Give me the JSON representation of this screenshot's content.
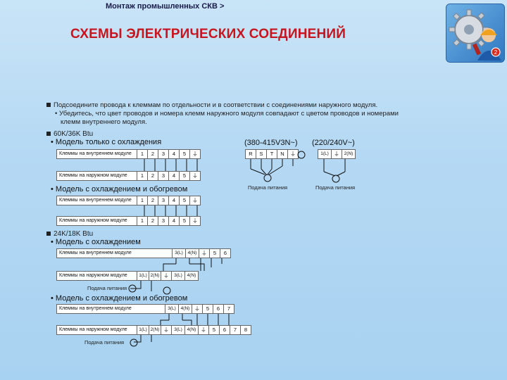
{
  "header": {
    "breadcrumb": "Монтаж промышленных СКВ >",
    "title": "СХЕМЫ ЭЛЕКТРИЧЕСКИХ СОЕДИНЕНИЙ"
  },
  "logo": {
    "badge": "2"
  },
  "intro": {
    "line1": "Подсоедините провода к клеммам по отдельности и в соответствии с соединениями наружного модуля.",
    "line2": "• Убедитесь, что цвет проводов и номера клемм наружного модуля совпадают с цветом проводов и номерами",
    "line3": "клемм внутреннего модуля."
  },
  "section1": {
    "heading": "60K/36K Btu",
    "sub1": "• Модель только с охлаждения",
    "sub2": "• Модель с охлаждением и обогревом",
    "indoor": "Клеммы на внутреннем модуле",
    "outdoor": "Клеммы на наружном модуле",
    "cells": [
      "1",
      "2",
      "3",
      "4",
      "5",
      "⏚"
    ]
  },
  "power": {
    "label3ph": "(380-415V3N~)",
    "label1ph": "(220/240V~)",
    "cells3ph": [
      "R",
      "S",
      "T",
      "N",
      "⏚"
    ],
    "cells1ph": [
      "1(L)",
      "⏚",
      "2(N)"
    ],
    "supply": "Подача питания"
  },
  "section2": {
    "heading": "24K/18K Btu",
    "sub1": "• Модель с охлаждением",
    "sub2": "• Модель с охлаждением и обогревом",
    "indoor": "Клеммы на внутреннем модуле",
    "outdoor": "Клеммы на наружном модуле",
    "supply": "Подача питания",
    "c_in": [
      "3(L)",
      "4(N)",
      "⏚",
      "5",
      "6"
    ],
    "c_out": [
      "1(L)",
      "2(N)",
      "⏚",
      "3(L)",
      "4(N)"
    ],
    "h_in": [
      "3(L)",
      "4(N)",
      "⏚",
      "5",
      "6",
      "7"
    ],
    "h_out": [
      "1(L)",
      "2(N)",
      "⏚",
      "3(L)",
      "4(N)",
      "⏚",
      "5",
      "6",
      "7",
      "8"
    ]
  }
}
